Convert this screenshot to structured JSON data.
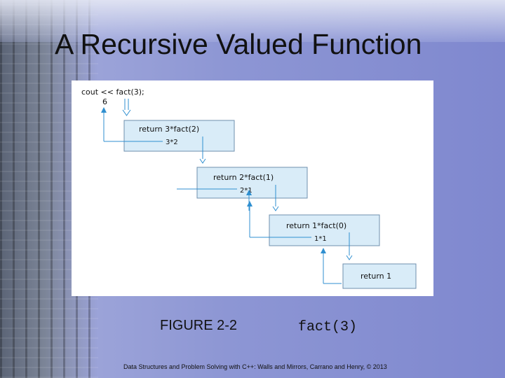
{
  "slide": {
    "title": "A Recursive Valued Function",
    "caption_label": "FIGURE 2-2",
    "caption_code": "fact(3)",
    "footer": "Data Structures and Problem Solving with C++: Walls and Mirrors, Carrano and Henry, © 2013"
  },
  "diagram": {
    "call": "cout << fact(3);",
    "final_result": "6",
    "frames": [
      {
        "code": "return 3*fact(2)",
        "value": "3*2"
      },
      {
        "code": "return 2*fact(1)",
        "value": "2*1"
      },
      {
        "code": "return 1*fact(0)",
        "value": "1*1"
      },
      {
        "code": "return 1"
      }
    ]
  },
  "colors": {
    "box_fill": "#d9ecf8",
    "box_border": "#6f8fae",
    "arrow": "#2f8fd0"
  }
}
